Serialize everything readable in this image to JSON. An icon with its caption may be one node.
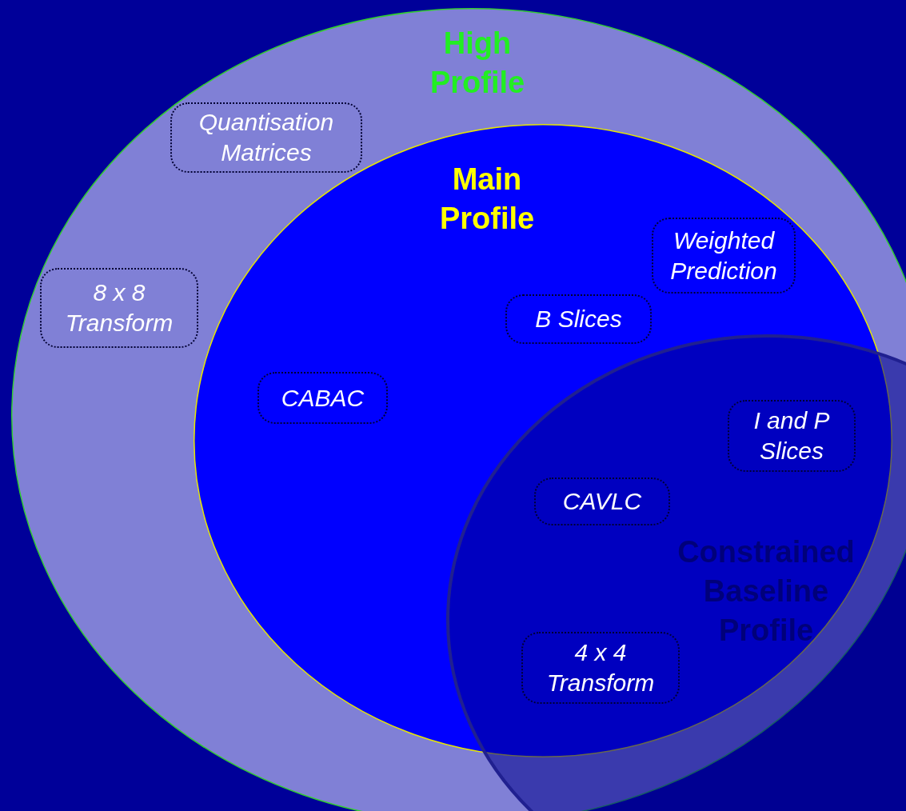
{
  "diagram": {
    "nodes": [
      {
        "text": [
          "High Profile"
        ]
      },
      {
        "text": [
          "Quantisation Matrices"
        ],
        "in": 0
      },
      {
        "text": [
          "8 x 8 Transform"
        ],
        "in": 0
      },
      {
        "text": [
          "Main Profile"
        ],
        "in": 0
      },
      {
        "text": [
          "Weighted Prediction"
        ],
        "in": 3
      },
      {
        "text": [
          "B Slices"
        ],
        "in": 3
      },
      {
        "text": [
          "CABAC"
        ],
        "in": 3
      },
      {
        "text": [
          "Constrained Baseline Profile"
        ]
      },
      {
        "text": [
          "I and P Slices"
        ]
      },
      {
        "text": [
          "CAVLC"
        ]
      },
      {
        "text": [
          "4 x 4 Transform"
        ]
      }
    ]
  }
}
